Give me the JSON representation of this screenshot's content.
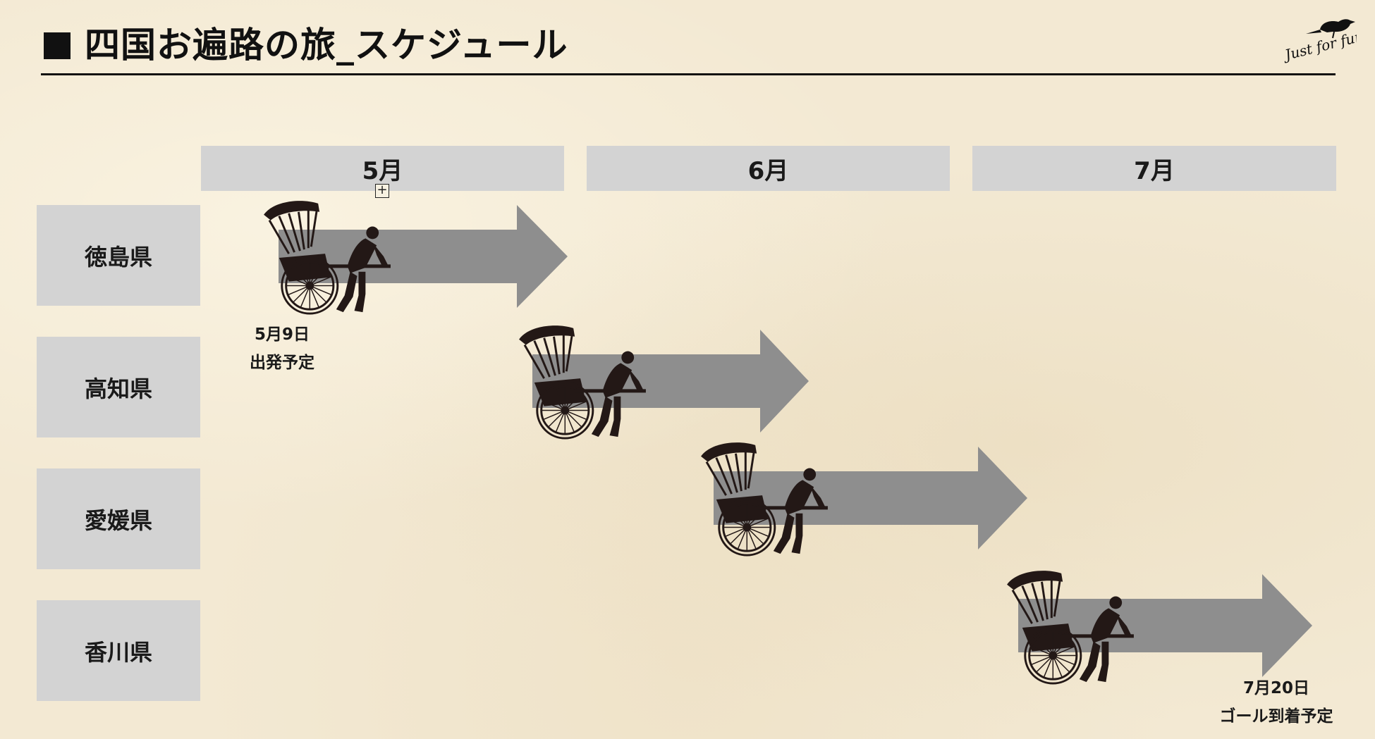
{
  "header": {
    "title": "四国お遍路の旅_スケジュール",
    "logo_text": "Just for fun",
    "logo_icon": "bird-icon"
  },
  "months": [
    "5月",
    "6月",
    "7月"
  ],
  "prefectures": [
    "徳島県",
    "高知県",
    "愛媛県",
    "香川県"
  ],
  "notes": {
    "start": {
      "date": "5月9日",
      "label": "出発予定"
    },
    "goal": {
      "date": "7月20日",
      "label": "ゴール到着予定"
    }
  },
  "icons": {
    "expand": "plus-box-icon",
    "arrow": "arrow-right-icon",
    "traveler": "rickshaw-icon"
  },
  "colors": {
    "background": "#f3e9d3",
    "header_fill": "#d3d3d3",
    "arrow_fill": "#8e8e8e",
    "silhouette": "#231816",
    "text": "#1a1a1a"
  }
}
